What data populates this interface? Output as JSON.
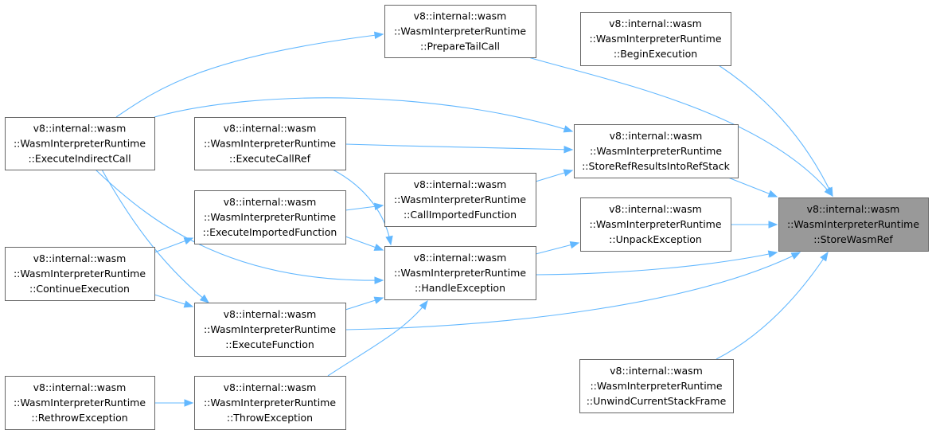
{
  "graph": {
    "nodes": [
      {
        "id": "store_wasm_ref",
        "lines": [
          "v8::internal::wasm",
          "::WasmInterpreterRuntime",
          "::StoreWasmRef"
        ],
        "highlighted": true
      },
      {
        "id": "prepare_tail_call",
        "lines": [
          "v8::internal::wasm",
          "::WasmInterpreterRuntime",
          "::PrepareTailCall"
        ]
      },
      {
        "id": "begin_execution",
        "lines": [
          "v8::internal::wasm",
          "::WasmInterpreterRuntime",
          "::BeginExecution"
        ]
      },
      {
        "id": "execute_indirect_call",
        "lines": [
          "v8::internal::wasm",
          "::WasmInterpreterRuntime",
          "::ExecuteIndirectCall"
        ]
      },
      {
        "id": "execute_call_ref",
        "lines": [
          "v8::internal::wasm",
          "::WasmInterpreterRuntime",
          "::ExecuteCallRef"
        ]
      },
      {
        "id": "store_ref_results",
        "lines": [
          "v8::internal::wasm",
          "::WasmInterpreterRuntime",
          "::StoreRefResultsIntoRefStack"
        ]
      },
      {
        "id": "call_imported_function",
        "lines": [
          "v8::internal::wasm",
          "::WasmInterpreterRuntime",
          "::CallImportedFunction"
        ]
      },
      {
        "id": "execute_imported_function",
        "lines": [
          "v8::internal::wasm",
          "::WasmInterpreterRuntime",
          "::ExecuteImportedFunction"
        ]
      },
      {
        "id": "unpack_exception",
        "lines": [
          "v8::internal::wasm",
          "::WasmInterpreterRuntime",
          "::UnpackException"
        ]
      },
      {
        "id": "continue_execution",
        "lines": [
          "v8::internal::wasm",
          "::WasmInterpreterRuntime",
          "::ContinueExecution"
        ]
      },
      {
        "id": "handle_exception",
        "lines": [
          "v8::internal::wasm",
          "::WasmInterpreterRuntime",
          "::HandleException"
        ]
      },
      {
        "id": "execute_function",
        "lines": [
          "v8::internal::wasm",
          "::WasmInterpreterRuntime",
          "::ExecuteFunction"
        ]
      },
      {
        "id": "unwind_current_stack_frame",
        "lines": [
          "v8::internal::wasm",
          "::WasmInterpreterRuntime",
          "::UnwindCurrentStackFrame"
        ]
      },
      {
        "id": "rethrow_exception",
        "lines": [
          "v8::internal::wasm",
          "::WasmInterpreterRuntime",
          "::RethrowException"
        ]
      },
      {
        "id": "throw_exception",
        "lines": [
          "v8::internal::wasm",
          "::WasmInterpreterRuntime",
          "::ThrowException"
        ]
      }
    ],
    "edges": [
      {
        "from": "prepare_tail_call",
        "to": "store_wasm_ref"
      },
      {
        "from": "begin_execution",
        "to": "store_wasm_ref"
      },
      {
        "from": "store_ref_results",
        "to": "store_wasm_ref"
      },
      {
        "from": "unpack_exception",
        "to": "store_wasm_ref"
      },
      {
        "from": "handle_exception",
        "to": "store_wasm_ref"
      },
      {
        "from": "execute_function",
        "to": "store_wasm_ref"
      },
      {
        "from": "unwind_current_stack_frame",
        "to": "store_wasm_ref"
      },
      {
        "from": "execute_indirect_call",
        "to": "prepare_tail_call"
      },
      {
        "from": "execute_indirect_call",
        "to": "store_ref_results"
      },
      {
        "from": "execute_call_ref",
        "to": "store_ref_results"
      },
      {
        "from": "call_imported_function",
        "to": "store_ref_results"
      },
      {
        "from": "execute_imported_function",
        "to": "call_imported_function"
      },
      {
        "from": "handle_exception",
        "to": "unpack_exception"
      },
      {
        "from": "execute_call_ref",
        "to": "handle_exception"
      },
      {
        "from": "execute_imported_function",
        "to": "handle_exception"
      },
      {
        "from": "execute_indirect_call",
        "to": "handle_exception"
      },
      {
        "from": "execute_function",
        "to": "handle_exception"
      },
      {
        "from": "throw_exception",
        "to": "handle_exception"
      },
      {
        "from": "continue_execution",
        "to": "execute_imported_function"
      },
      {
        "from": "continue_execution",
        "to": "execute_function"
      },
      {
        "from": "execute_indirect_call",
        "to": "execute_function"
      },
      {
        "from": "rethrow_exception",
        "to": "throw_exception"
      }
    ]
  },
  "colors": {
    "edge": "#63b8ff",
    "node_border": "#666666",
    "node_fill": "#ffffff",
    "highlight_fill": "#999999"
  }
}
